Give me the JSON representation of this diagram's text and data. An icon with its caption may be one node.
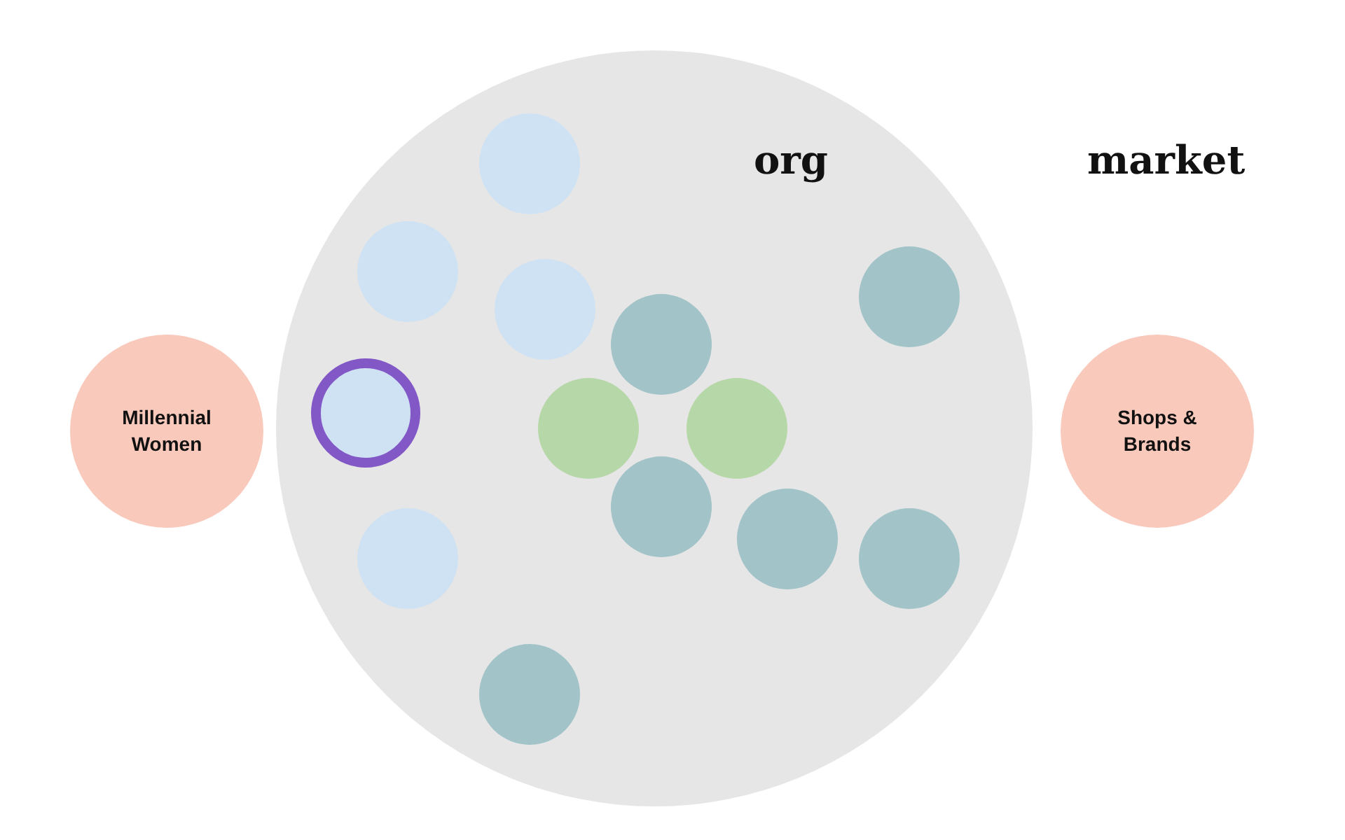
{
  "diagram": {
    "nodes": [
      {
        "text": [
          "Millennial Women"
        ]
      },
      {
        "text": [
          "org"
        ]
      },
      {
        "text": [],
        "shape": "circle",
        "in": 1
      },
      {
        "text": [],
        "shape": "circle",
        "in": 1
      },
      {
        "text": [],
        "shape": "circle",
        "in": 1
      },
      {
        "text": [],
        "shape": "circle",
        "in": 1
      },
      {
        "text": [],
        "shape": "circle",
        "in": 1
      },
      {
        "text": [],
        "shape": "circle",
        "in": 1
      },
      {
        "text": [],
        "shape": "circle",
        "in": 1
      },
      {
        "text": [],
        "shape": "circle",
        "in": 1
      },
      {
        "text": [],
        "shape": "circle",
        "in": 1
      },
      {
        "text": [],
        "shape": "circle",
        "in": 1
      },
      {
        "text": [],
        "shape": "circle",
        "in": 1
      },
      {
        "text": [],
        "shape": "circle",
        "in": 1
      },
      {
        "text": [],
        "shape": "circle",
        "in": 1
      },
      {
        "text": [
          "Shops & Brands"
        ]
      }
    ],
    "labels": [
      "market"
    ]
  }
}
